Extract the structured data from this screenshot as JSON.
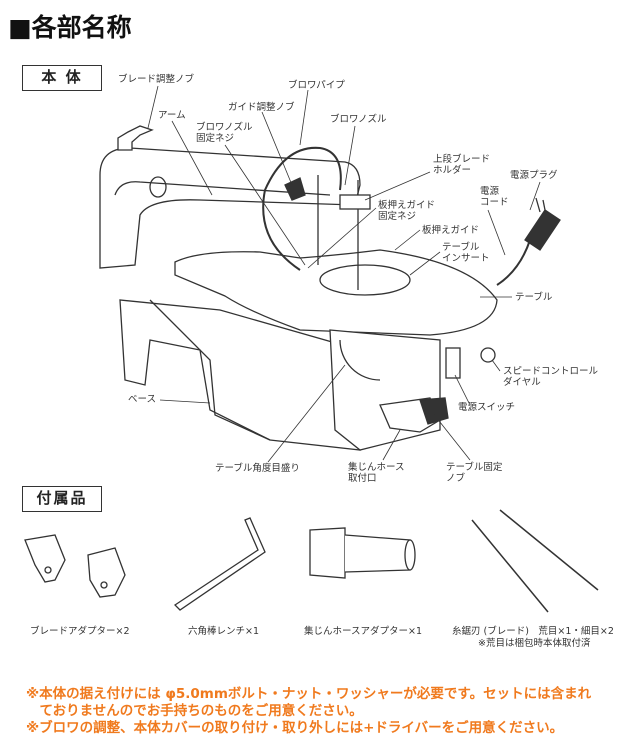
{
  "title": "■各部名称",
  "main_body": {
    "heading": "本 体",
    "labels": {
      "blade_knob": "ブレード調整ノブ",
      "blower_pipe": "ブロワパイプ",
      "guide_knob": "ガイド調整ノブ",
      "arm": "アーム",
      "nozzle_screw": "ブロワノズル\n固定ネジ",
      "blower_nozzle": "ブロワノズル",
      "upper_holder": "上段ブレード\nホルダー",
      "plug": "電源プラグ",
      "cord": "電源\nコード",
      "guide_screw": "板押えガイド\n固定ネジ",
      "guide": "板押えガイド",
      "insert": "テーブル\nインサート",
      "table": "テーブル",
      "speed_dial": "スピードコントロール\nダイヤル",
      "switch": "電源スイッチ",
      "base": "ベース",
      "angle_scale": "テーブル角度目盛り",
      "dust_port": "集じんホース\n取付口",
      "table_knob": "テーブル固定\nノブ"
    }
  },
  "accessories": {
    "heading": "付属品",
    "items": [
      {
        "label": "ブレードアダプター×2"
      },
      {
        "label": "六角棒レンチ×1"
      },
      {
        "label": "集じんホースアダプター×1"
      },
      {
        "label": "糸鋸刃 (ブレード)　荒目×1・細目×2",
        "note": "※荒目は梱包時本体取付済"
      }
    ]
  },
  "notes": [
    "※本体の据え付けには φ5.0mmボルト・ナット・ワッシャーが必要です。セットには含まれ",
    "　ておりませんのでお手持ちのものをご用意ください。",
    "※ブロワの調整、本体カバーの取り付け・取り外しには+ドライバーをご用意ください。"
  ],
  "colors": {
    "note": "#f07a1e"
  }
}
